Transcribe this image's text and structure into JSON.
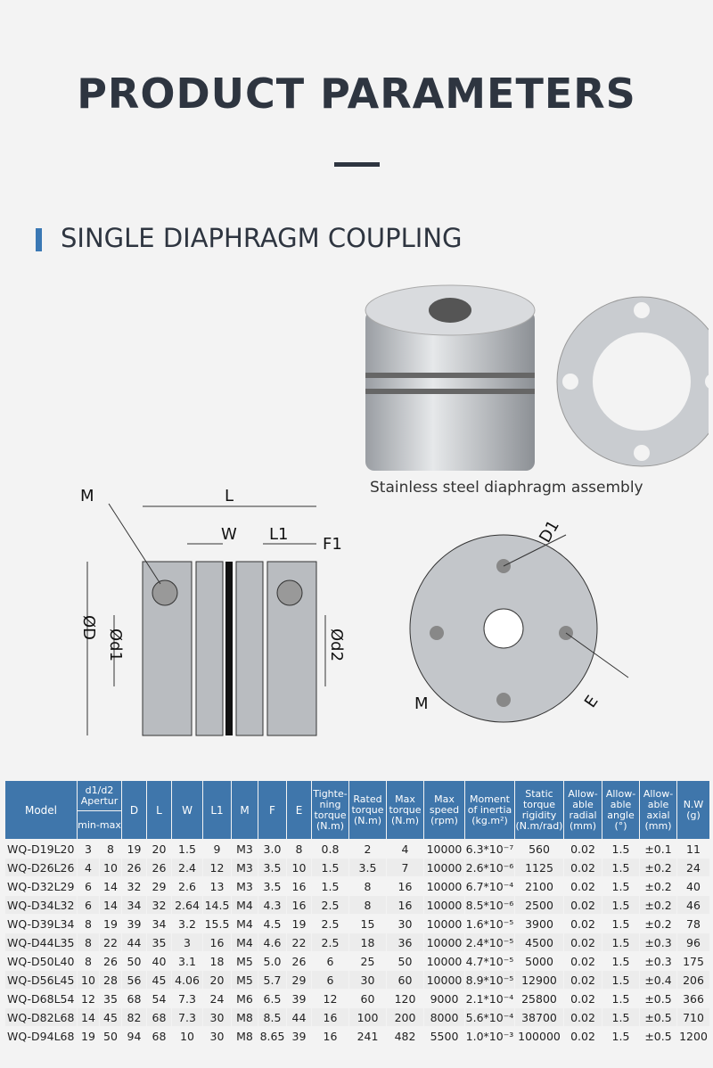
{
  "header": {
    "title": "PRODUCT PARAMETERS",
    "subtitle": "SINGLE DIAPHRAGM COUPLING",
    "caption": "Stainless steel diaphragm assembly"
  },
  "colors": {
    "accent": "#3a78b4",
    "header_bg": "#3f76ab",
    "title": "#2e3540"
  },
  "diagram": {
    "side": {
      "M": "M",
      "L": "L",
      "W": "W",
      "L1": "L1",
      "F1": "F1",
      "D": "ØD",
      "d1": "Ød1",
      "d2": "Ød2"
    },
    "front": {
      "D1": "D1",
      "M": "M",
      "E": "E"
    }
  },
  "table": {
    "headers": {
      "model": "Model",
      "aperture": "d1/d2 Apertur",
      "minmax": "min-max",
      "D": "D",
      "L": "L",
      "W": "W",
      "L1": "L1",
      "M": "M",
      "F": "F",
      "E": "E",
      "tight": "Tighte-ning torque (N.m)",
      "rated": "Rated torque (N.m)",
      "maxt": "Max torque (N.m)",
      "speed": "Max speed (rpm)",
      "inertia": "Moment of inertia (kg.m²)",
      "rigidity": "Static torque rigidity (N.m/rad)",
      "radial": "Allow-able radial (mm)",
      "angle": "Allow-able angle (°)",
      "axial": "Allow-able axial (mm)",
      "nw": "N.W (g)"
    },
    "rows": [
      [
        "WQ-D19L20",
        "3",
        "8",
        "19",
        "20",
        "1.5",
        "9",
        "M3",
        "3.0",
        "8",
        "0.8",
        "2",
        "4",
        "10000",
        "6.3*10⁻⁷",
        "560",
        "0.02",
        "1.5",
        "±0.1",
        "11"
      ],
      [
        "WQ-D26L26",
        "4",
        "10",
        "26",
        "26",
        "2.4",
        "12",
        "M3",
        "3.5",
        "10",
        "1.5",
        "3.5",
        "7",
        "10000",
        "2.6*10⁻⁶",
        "1125",
        "0.02",
        "1.5",
        "±0.2",
        "24"
      ],
      [
        "WQ-D32L29",
        "6",
        "14",
        "32",
        "29",
        "2.6",
        "13",
        "M3",
        "3.5",
        "16",
        "1.5",
        "8",
        "16",
        "10000",
        "6.7*10⁻⁴",
        "2100",
        "0.02",
        "1.5",
        "±0.2",
        "40"
      ],
      [
        "WQ-D34L32",
        "6",
        "14",
        "34",
        "32",
        "2.64",
        "14.5",
        "M4",
        "4.3",
        "16",
        "2.5",
        "8",
        "16",
        "10000",
        "8.5*10⁻⁶",
        "2500",
        "0.02",
        "1.5",
        "±0.2",
        "46"
      ],
      [
        "WQ-D39L34",
        "8",
        "19",
        "39",
        "34",
        "3.2",
        "15.5",
        "M4",
        "4.5",
        "19",
        "2.5",
        "15",
        "30",
        "10000",
        "1.6*10⁻⁵",
        "3900",
        "0.02",
        "1.5",
        "±0.2",
        "78"
      ],
      [
        "WQ-D44L35",
        "8",
        "22",
        "44",
        "35",
        "3",
        "16",
        "M4",
        "4.6",
        "22",
        "2.5",
        "18",
        "36",
        "10000",
        "2.4*10⁻⁵",
        "4500",
        "0.02",
        "1.5",
        "±0.3",
        "96"
      ],
      [
        "WQ-D50L40",
        "8",
        "26",
        "50",
        "40",
        "3.1",
        "18",
        "M5",
        "5.0",
        "26",
        "6",
        "25",
        "50",
        "10000",
        "4.7*10⁻⁵",
        "5000",
        "0.02",
        "1.5",
        "±0.3",
        "175"
      ],
      [
        "WQ-D56L45",
        "10",
        "28",
        "56",
        "45",
        "4.06",
        "20",
        "M5",
        "5.7",
        "29",
        "6",
        "30",
        "60",
        "10000",
        "8.9*10⁻⁵",
        "12900",
        "0.02",
        "1.5",
        "±0.4",
        "206"
      ],
      [
        "WQ-D68L54",
        "12",
        "35",
        "68",
        "54",
        "7.3",
        "24",
        "M6",
        "6.5",
        "39",
        "12",
        "60",
        "120",
        "9000",
        "2.1*10⁻⁴",
        "25800",
        "0.02",
        "1.5",
        "±0.5",
        "366"
      ],
      [
        "WQ-D82L68",
        "14",
        "45",
        "82",
        "68",
        "7.3",
        "30",
        "M8",
        "8.5",
        "44",
        "16",
        "100",
        "200",
        "8000",
        "5.6*10⁻⁴",
        "38700",
        "0.02",
        "1.5",
        "±0.5",
        "710"
      ],
      [
        "WQ-D94L68",
        "19",
        "50",
        "94",
        "68",
        "10",
        "30",
        "M8",
        "8.65",
        "39",
        "16",
        "241",
        "482",
        "5500",
        "1.0*10⁻³",
        "100000",
        "0.02",
        "1.5",
        "±0.5",
        "1200"
      ]
    ]
  }
}
